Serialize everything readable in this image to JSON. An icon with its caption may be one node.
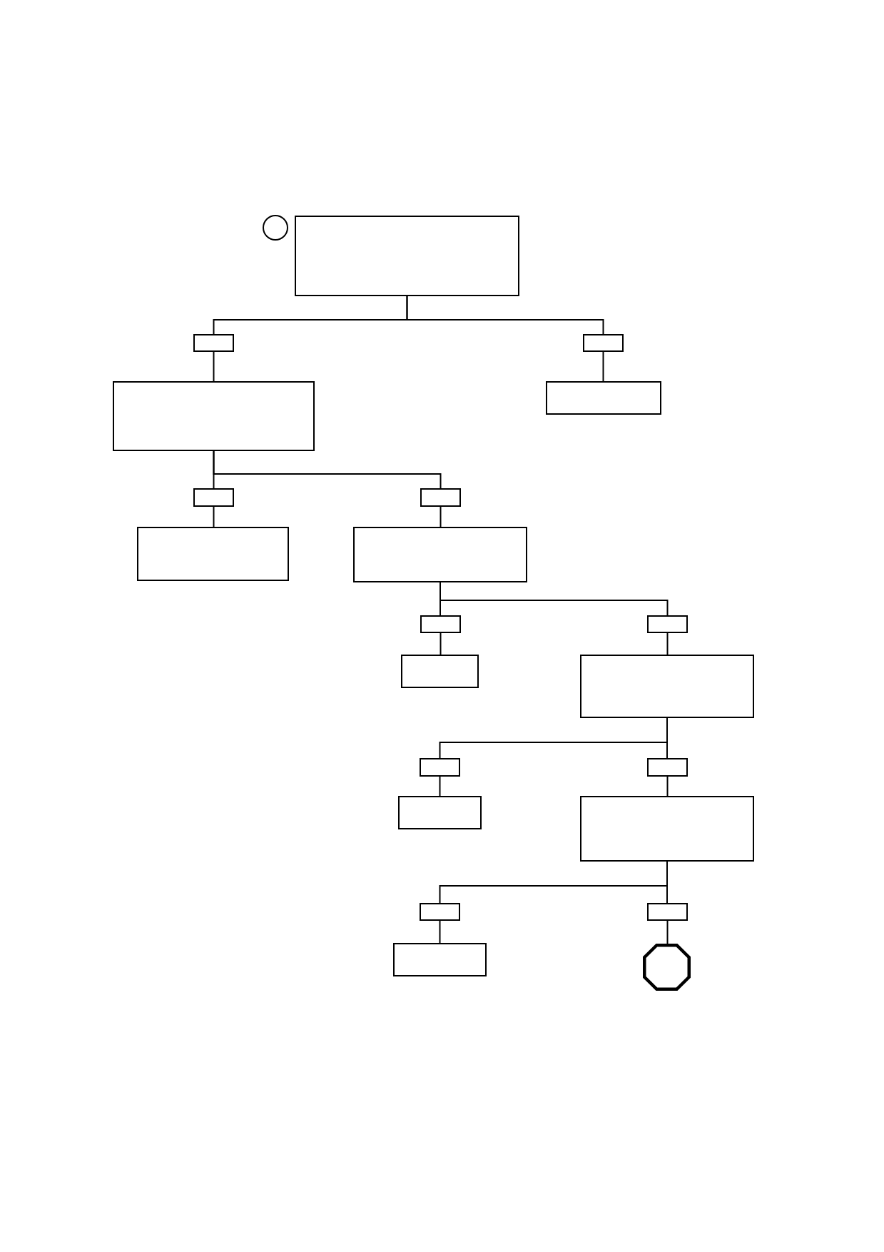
{
  "diagram": {
    "nodes": [
      {
        "text": [],
        "shape": "circle"
      },
      {
        "text": [],
        "shape": "box"
      },
      {
        "text": [],
        "shape": "box"
      },
      {
        "text": [],
        "shape": "box"
      },
      {
        "text": [],
        "shape": "box"
      },
      {
        "text": [],
        "shape": "box"
      },
      {
        "text": [],
        "shape": "box"
      },
      {
        "text": [],
        "shape": "box"
      },
      {
        "text": [],
        "shape": "box"
      },
      {
        "text": [],
        "shape": "box"
      },
      {
        "text": [],
        "shape": "box"
      },
      {
        "text": [],
        "shape": "box"
      },
      {
        "text": [],
        "shape": "box"
      },
      {
        "text": [],
        "shape": "box"
      },
      {
        "text": [],
        "shape": "box"
      },
      {
        "text": [],
        "shape": "box"
      },
      {
        "text": [],
        "shape": "box"
      },
      {
        "text": [],
        "shape": "box"
      },
      {
        "text": [],
        "shape": "box"
      },
      {
        "text": [],
        "shape": "box"
      },
      {
        "text": [],
        "shape": "box"
      },
      {
        "text": [],
        "shape": "octagon"
      }
    ],
    "edges": [
      {
        "from": 1,
        "to": 2,
        "arrow": "none"
      },
      {
        "from": 1,
        "to": 3,
        "arrow": "none"
      },
      {
        "from": 2,
        "to": 4,
        "arrow": "none"
      },
      {
        "from": 3,
        "to": 5,
        "arrow": "none"
      },
      {
        "from": 4,
        "to": 6,
        "arrow": "none"
      },
      {
        "from": 4,
        "to": 7,
        "arrow": "none"
      },
      {
        "from": 6,
        "to": 8,
        "arrow": "none"
      },
      {
        "from": 7,
        "to": 9,
        "arrow": "none"
      },
      {
        "from": 9,
        "to": 10,
        "arrow": "none"
      },
      {
        "from": 9,
        "to": 11,
        "arrow": "none"
      },
      {
        "from": 10,
        "to": 12,
        "arrow": "none"
      },
      {
        "from": 11,
        "to": 13,
        "arrow": "none"
      },
      {
        "from": 13,
        "to": 14,
        "arrow": "none"
      },
      {
        "from": 13,
        "to": 15,
        "arrow": "none"
      },
      {
        "from": 14,
        "to": 16,
        "arrow": "none"
      },
      {
        "from": 15,
        "to": 17,
        "arrow": "none"
      },
      {
        "from": 17,
        "to": 18,
        "arrow": "none"
      },
      {
        "from": 17,
        "to": 19,
        "arrow": "none"
      },
      {
        "from": 18,
        "to": 20,
        "arrow": "none"
      },
      {
        "from": 19,
        "to": 21,
        "arrow": "none"
      }
    ]
  }
}
